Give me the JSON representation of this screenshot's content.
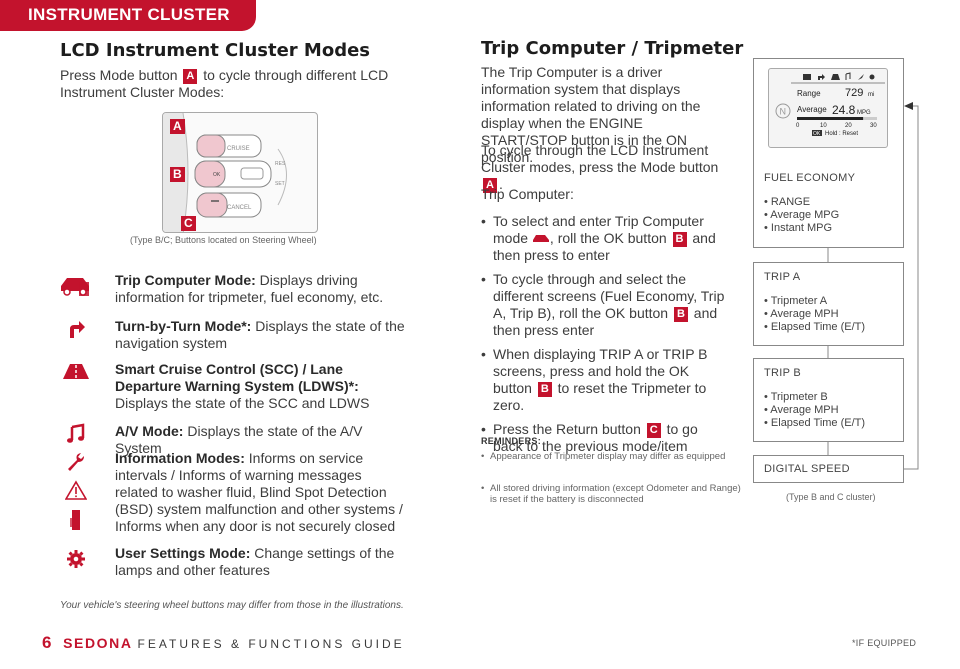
{
  "header": {
    "tab_label": "INSTRUMENT CLUSTER"
  },
  "left": {
    "title": "LCD Instrument Cluster Modes",
    "intro_before": "Press Mode button",
    "intro_key": "A",
    "intro_after_line1": "to cycle through different LCD",
    "intro_line2": "Instrument Cluster Modes:",
    "wheel": {
      "labels": [
        "A",
        "B",
        "C"
      ],
      "cruise": "CRUISE",
      "cancel": "CANCEL",
      "res": "RES",
      "set": "SET",
      "ok": "OK"
    },
    "wheel_caption": "(Type B/C; Buttons located on Steering Wheel)",
    "modes": [
      {
        "icon": "car-icon",
        "bold": "Trip Computer Mode:",
        "text": " Displays driving information for tripmeter, fuel economy, etc."
      },
      {
        "icon": "turn-arrow-icon",
        "bold": "Turn-by-Turn Mode*:",
        "text": " Displays the state of the navigation system"
      },
      {
        "icon": "lane-icon",
        "bold": "Smart Cruise Control (SCC) / Lane Departure Warning System (LDWS)*:",
        "text": " Displays the state of the SCC and LDWS"
      },
      {
        "icon": "music-note-icon",
        "bold": "A/V Mode:",
        "text": " Displays the state of the A/V System"
      },
      {
        "icon": "wrench-icon",
        "bold": "Information Modes:",
        "text": " Informs on service intervals / Informs of warning messages related to washer fluid, Blind Spot Detection (BSD) system malfunction and other systems / Informs when any door is not securely closed"
      },
      {
        "icon": "gear-icon",
        "bold": "User Settings Mode:",
        "text": " Change settings of the lamps and other features"
      }
    ],
    "footnote": "Your vehicle's steering wheel buttons may differ from those in the illustrations."
  },
  "middle": {
    "title": "Trip Computer / Tripmeter",
    "p1": "The Trip Computer is a driver information system that displays information related to driving on the display when the ENGINE START/STOP button is in the ON position.",
    "p2_before": "To cycle through the LCD Instrument Cluster modes, press the Mode button",
    "p2_key": "A",
    "p3": "Trip Computer:",
    "bullets": [
      {
        "before": "To select and enter Trip Computer mode ",
        "mid": ", roll the OK button ",
        "key": "B",
        "after": " and then press to enter"
      },
      {
        "before": "To cycle through and select the different screens (Fuel Economy, Trip A, Trip B), roll the OK button ",
        "key": "B",
        "after": " and then press enter"
      },
      {
        "before": "When displaying TRIP A or TRIP B screens, press and hold the OK button ",
        "key": "B",
        "after": " to reset the Tripmeter to zero."
      },
      {
        "before": "Press the Return button ",
        "key": "C",
        "after": " to go back to the previous mode/item"
      }
    ],
    "reminders_title": "REMINDERS:",
    "reminders": [
      "Appearance of Tripmeter display may differ as equipped",
      "All stored driving information (except Odometer and Range) is reset if the battery is disconnected"
    ]
  },
  "right": {
    "lcd": {
      "range_label": "Range",
      "range_value": "729",
      "range_unit": "mi",
      "avg_label": "Average",
      "avg_value": "24.8",
      "avg_unit": "MPG",
      "ticks": [
        "0",
        "10",
        "20",
        "30"
      ],
      "ok": "OK",
      "hold": "Hold : Reset",
      "n": "N"
    },
    "fuel": {
      "title": "FUEL ECONOMY",
      "items": [
        "• RANGE",
        "• Average MPG",
        "• Instant MPG"
      ]
    },
    "tripa": {
      "title": "TRIP A",
      "items": [
        "• Tripmeter A",
        "• Average MPH",
        "• Elapsed Time (E/T)"
      ]
    },
    "tripb": {
      "title": "TRIP B",
      "items": [
        "• Tripmeter B",
        "• Average MPH",
        "• Elapsed Time (E/T)"
      ]
    },
    "digital": {
      "title": "DIGITAL SPEED"
    },
    "caption": "(Type B and C cluster)"
  },
  "footer": {
    "page": "6",
    "brand": "SEDONA",
    "guide": "FEATURES & FUNCTIONS GUIDE",
    "equipped": "*IF EQUIPPED"
  },
  "colors": {
    "accent": "#c3132d"
  }
}
